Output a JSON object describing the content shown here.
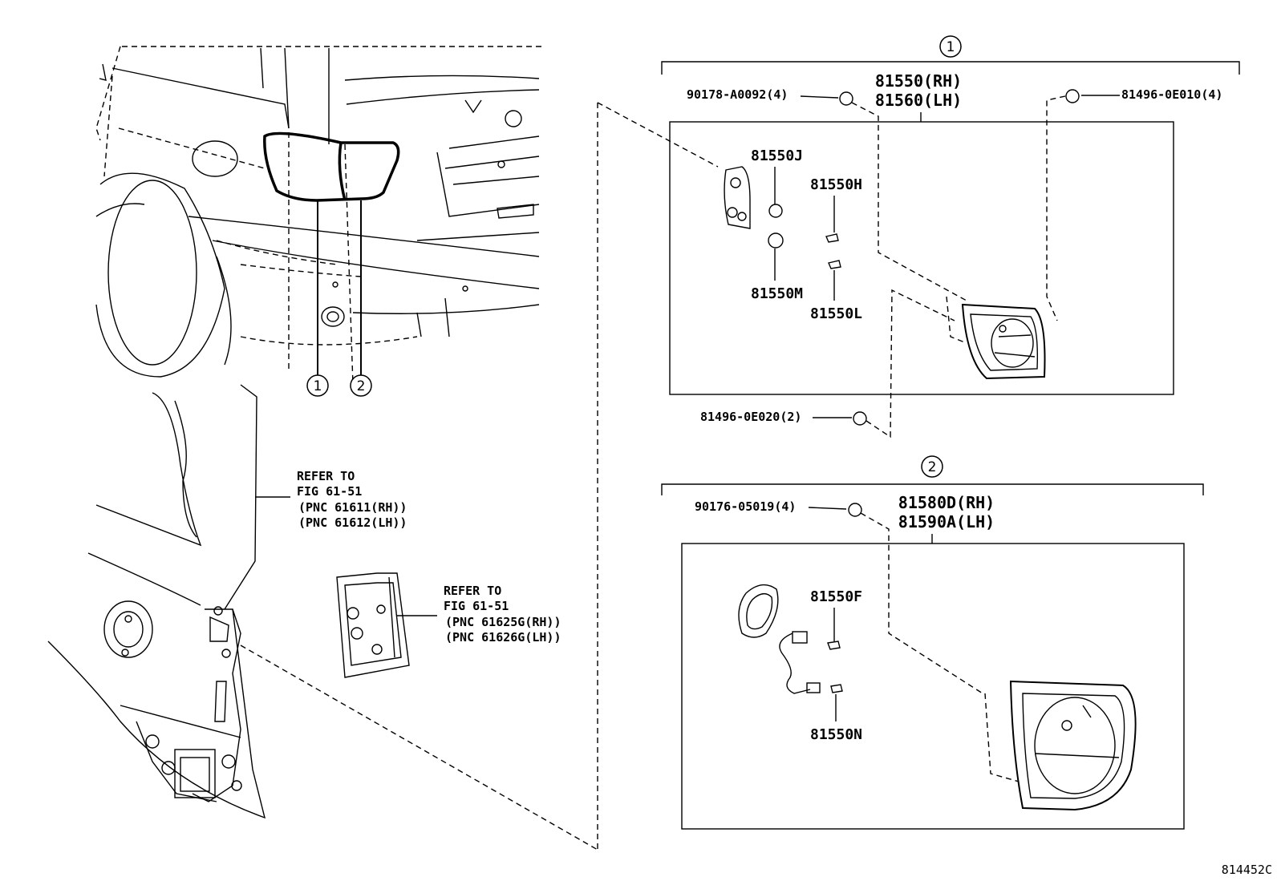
{
  "callouts": {
    "c1": "1",
    "c2": "2"
  },
  "group1": {
    "part_main_rh": "81550(RH)",
    "part_main_lh": "81560(LH)",
    "screw": "90178-A0092(4)",
    "clip_top": "81496-0E010(4)",
    "clip_bottom": "81496-0E020(2)",
    "gasket_socket_j": "81550J",
    "bulb_h": "81550H",
    "socket_m": "81550M",
    "bulb_l": "81550L"
  },
  "group2": {
    "part_main_rh": "81580D(RH)",
    "part_main_lh": "81590A(LH)",
    "screw": "90176-05019(4)",
    "bulb_f": "81550F",
    "bulb_n": "81550N"
  },
  "refer1": {
    "line1": "REFER TO",
    "line2": "FIG 61-51",
    "line3": "(PNC 61611(RH))",
    "line4": "(PNC 61612(LH))"
  },
  "refer2": {
    "line1": "REFER TO",
    "line2": "FIG 61-51",
    "line3": "(PNC 61625G(RH))",
    "line4": "(PNC 61626G(LH))"
  },
  "diagram_id": "814452C"
}
